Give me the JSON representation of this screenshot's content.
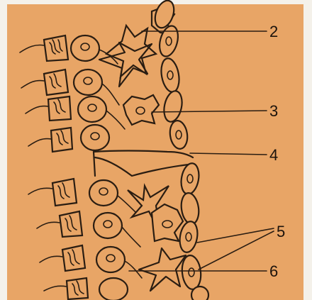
{
  "figure": {
    "background_color": "#e8a566",
    "page_color": "#f4f1ea",
    "ink_color": "#2a1d12",
    "labels": [
      "2",
      "3",
      "4",
      "5",
      "6"
    ]
  }
}
